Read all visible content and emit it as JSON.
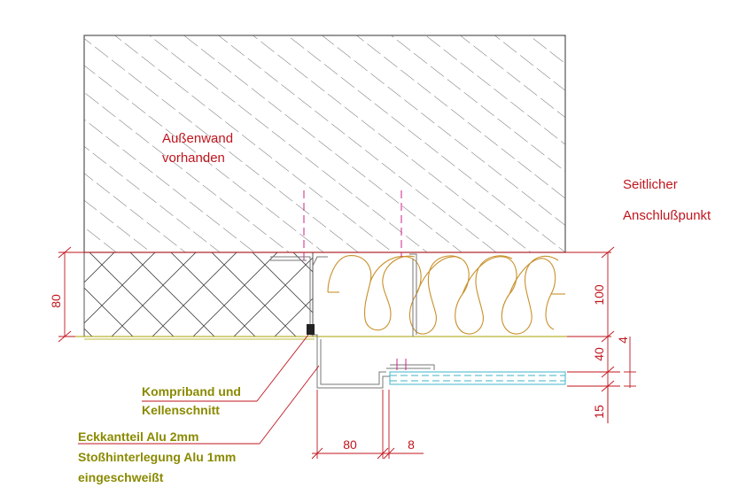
{
  "labels": {
    "wall_line1": "Außenwand",
    "wall_line2": "vorhanden",
    "title_line1": "Seitlicher",
    "title_line2": "Anschlußpunkt",
    "note1_line1": "Kompriband und",
    "note1_line2": "Kellenschnitt",
    "note2_line1": "Eckkantteil Alu 2mm",
    "note2_line2": "Stoßhinterlegung Alu 1mm",
    "note2_line3": "eingeschweißt"
  },
  "dimensions": {
    "left_80": "80",
    "right_100": "100",
    "right_4": "4",
    "right_40": "40",
    "right_15": "15",
    "bottom_80": "80",
    "bottom_8": "8"
  },
  "colors": {
    "dimension_red": "#c0151d",
    "hatch_gray": "#555555",
    "insulation": "#c8902a",
    "glass_cyan": "#3fb6c8",
    "magenta": "#d0208a",
    "note_olive": "#8a8a00"
  }
}
